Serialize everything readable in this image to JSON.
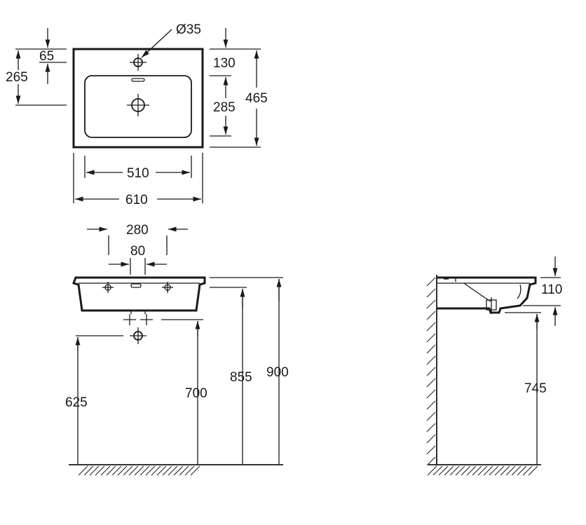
{
  "top_view": {
    "hole_diameter": "Ø35",
    "dim_65": "65",
    "dim_265": "265",
    "dim_130": "130",
    "dim_285": "285",
    "dim_465": "465",
    "dim_510": "510",
    "dim_610": "610"
  },
  "front_view": {
    "dim_280": "280",
    "dim_80": "80",
    "dim_625": "625",
    "dim_700": "700",
    "dim_855": "855",
    "dim_900": "900"
  },
  "side_view": {
    "dim_110": "110",
    "dim_745": "745"
  }
}
